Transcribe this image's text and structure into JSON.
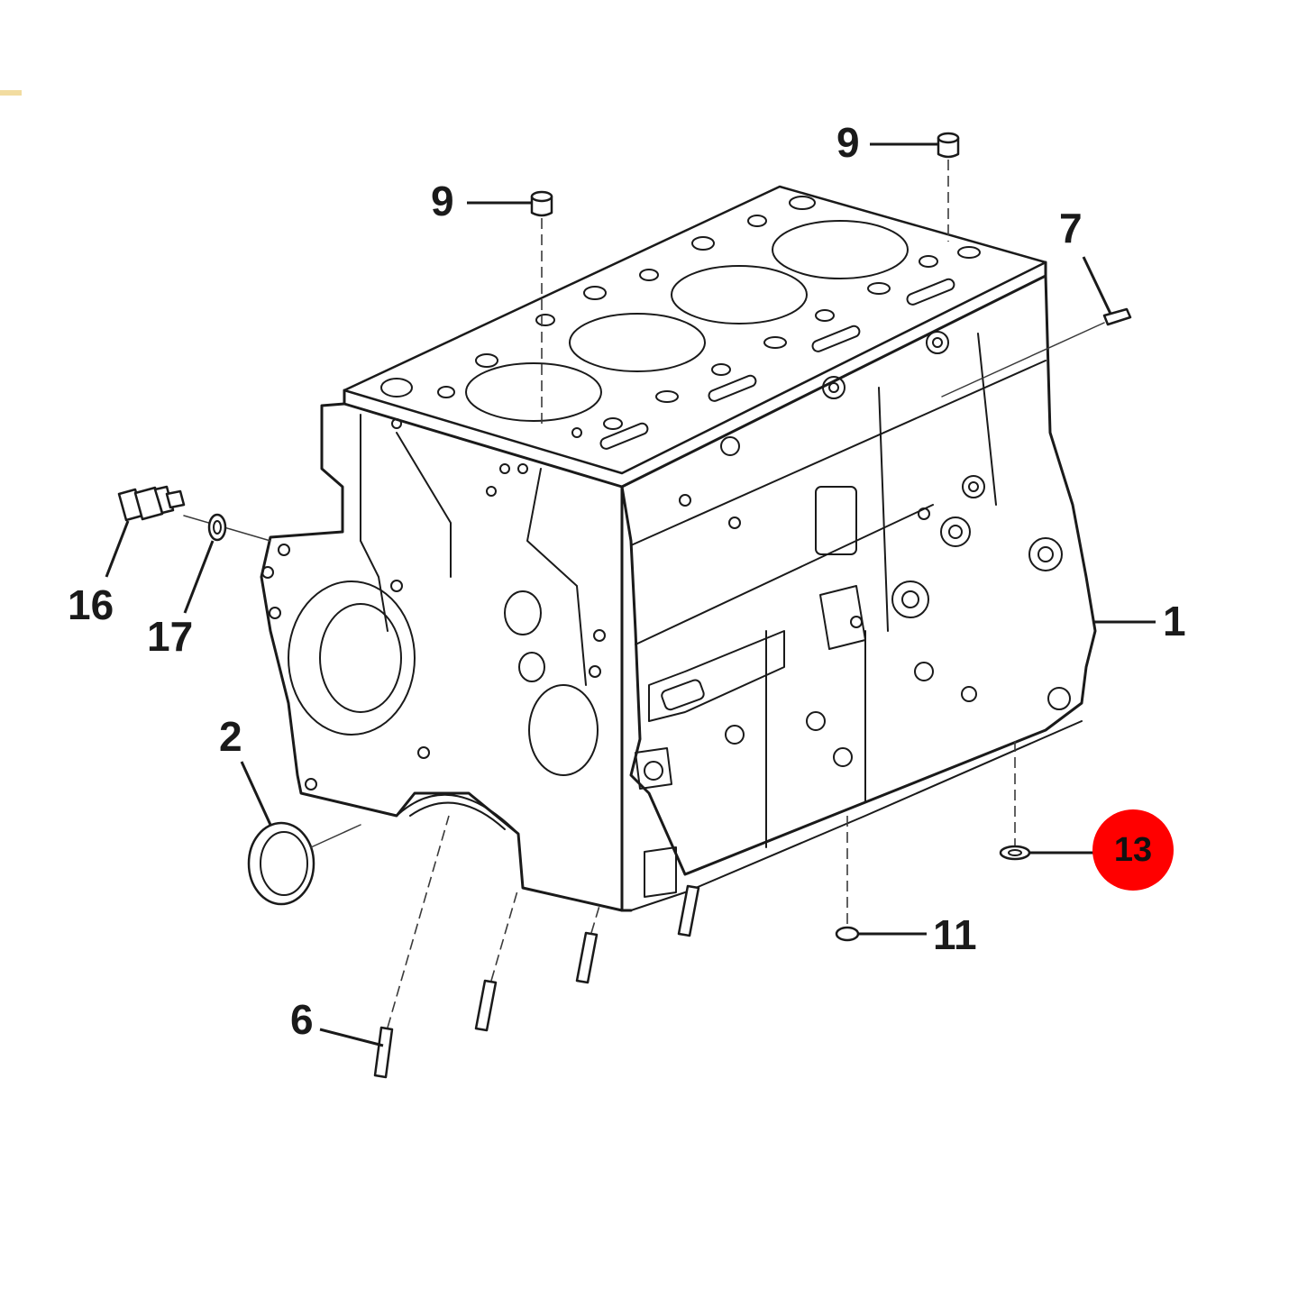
{
  "diagram": {
    "labels": {
      "part_1": "1",
      "part_2": "2",
      "part_6": "6",
      "part_7": "7",
      "part_9_front": "9",
      "part_9_rear": "9",
      "part_11": "11",
      "part_13": "13",
      "part_16": "16",
      "part_17": "17"
    },
    "highlight_color": "#ff0000",
    "corner_mark_color": "#f2dca0"
  }
}
